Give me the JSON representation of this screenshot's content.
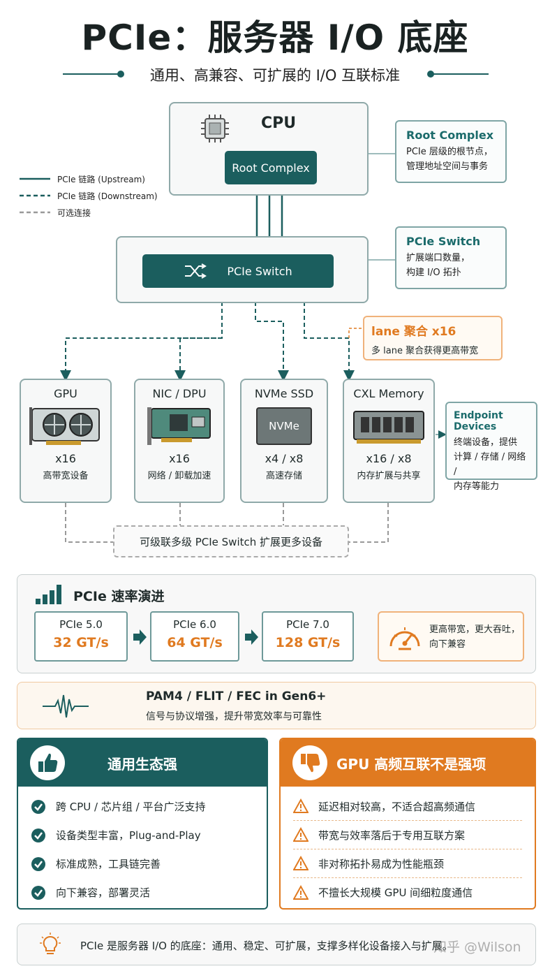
{
  "title": "PCIe：服务器 I/O 底座",
  "subtitle": "通用、高兼容、可扩展的 I/O 互联标准",
  "legend": {
    "upstream": "PCIe 链路 (Upstream)",
    "downstream": "PCIe 链路 (Downstream)",
    "optional": "可选连接"
  },
  "cpu": {
    "label": "CPU",
    "root_complex": "Root Complex"
  },
  "root_complex_note": {
    "title": "Root Complex",
    "lines": [
      "PCIe 层级的根节点，",
      "管理地址空间与事务"
    ]
  },
  "switch": {
    "label": "PCIe Switch"
  },
  "switch_note": {
    "title": "PCIe Switch",
    "lines": [
      "扩展端口数量，",
      "构建 I/O 拓扑"
    ]
  },
  "lane_note": {
    "title": "lane 聚合 x16",
    "text": "多 lane 聚合获得更高带宽"
  },
  "devices": [
    {
      "name": "GPU",
      "lanes": "x16",
      "desc": "高带宽设备"
    },
    {
      "name": "NIC / DPU",
      "lanes": "x16",
      "desc": "网络 / 卸载加速"
    },
    {
      "name": "NVMe SSD",
      "lanes": "x4 / x8",
      "desc": "高速存储",
      "chip": "NVMe"
    },
    {
      "name": "CXL Memory",
      "lanes": "x16 / x8",
      "desc": "内存扩展与共享"
    }
  ],
  "endpoint_note": {
    "title": "Endpoint Devices",
    "lines": [
      "终端设备，提供",
      "计算 / 存储 / 网络 /",
      "内存等能力"
    ]
  },
  "cascade": "可级联多级 PCIe Switch 扩展更多设备",
  "rates": {
    "title": "PCIe 速率演进",
    "items": [
      {
        "gen": "PCIe 5.0",
        "rate": "32 GT/s"
      },
      {
        "gen": "PCIe 6.0",
        "rate": "64 GT/s"
      },
      {
        "gen": "PCIe 7.0",
        "rate": "128 GT/s"
      }
    ],
    "note_lines": [
      "更高带宽，更大吞吐，",
      "向下兼容"
    ]
  },
  "signal": {
    "title": "PAM4 / FLIT / FEC in Gen6+",
    "text": "信号与协议增强，提升带宽效率与可靠性"
  },
  "pros": {
    "title": "通用生态强",
    "items": [
      "跨 CPU / 芯片组 / 平台广泛支持",
      "设备类型丰富，Plug-and-Play",
      "标准成熟，工具链完善",
      "向下兼容，部署灵活"
    ]
  },
  "cons": {
    "title": "GPU 高频互联不是强项",
    "items": [
      "延迟相对较高，不适合超高频通信",
      "带宽与效率落后于专用互联方案",
      "非对称拓扑易成为性能瓶颈",
      "不擅长大规模 GPU 间细粒度通信"
    ]
  },
  "footer": "PCIe 是服务器 I/O 的底座：通用、稳定、可扩展，支撑多样化设备接入与扩展。",
  "watermark": "知乎 @Wilson",
  "colors": {
    "teal": "#1b5e5e",
    "orange": "#e07a20"
  }
}
